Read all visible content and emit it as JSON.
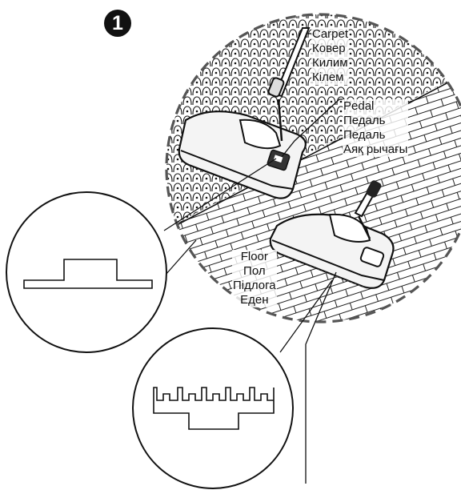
{
  "step": {
    "number": "1"
  },
  "labels": {
    "carpet": [
      "Carpet",
      "Ковер",
      "Килим",
      "Кілем"
    ],
    "pedal": [
      "Pedal",
      "Педаль",
      "Педаль",
      "Аяқ рычағы"
    ],
    "floor": [
      "Floor",
      "Пол",
      "Підлога",
      "Еден"
    ]
  },
  "colors": {
    "line": "#111111",
    "background": "#ffffff"
  }
}
